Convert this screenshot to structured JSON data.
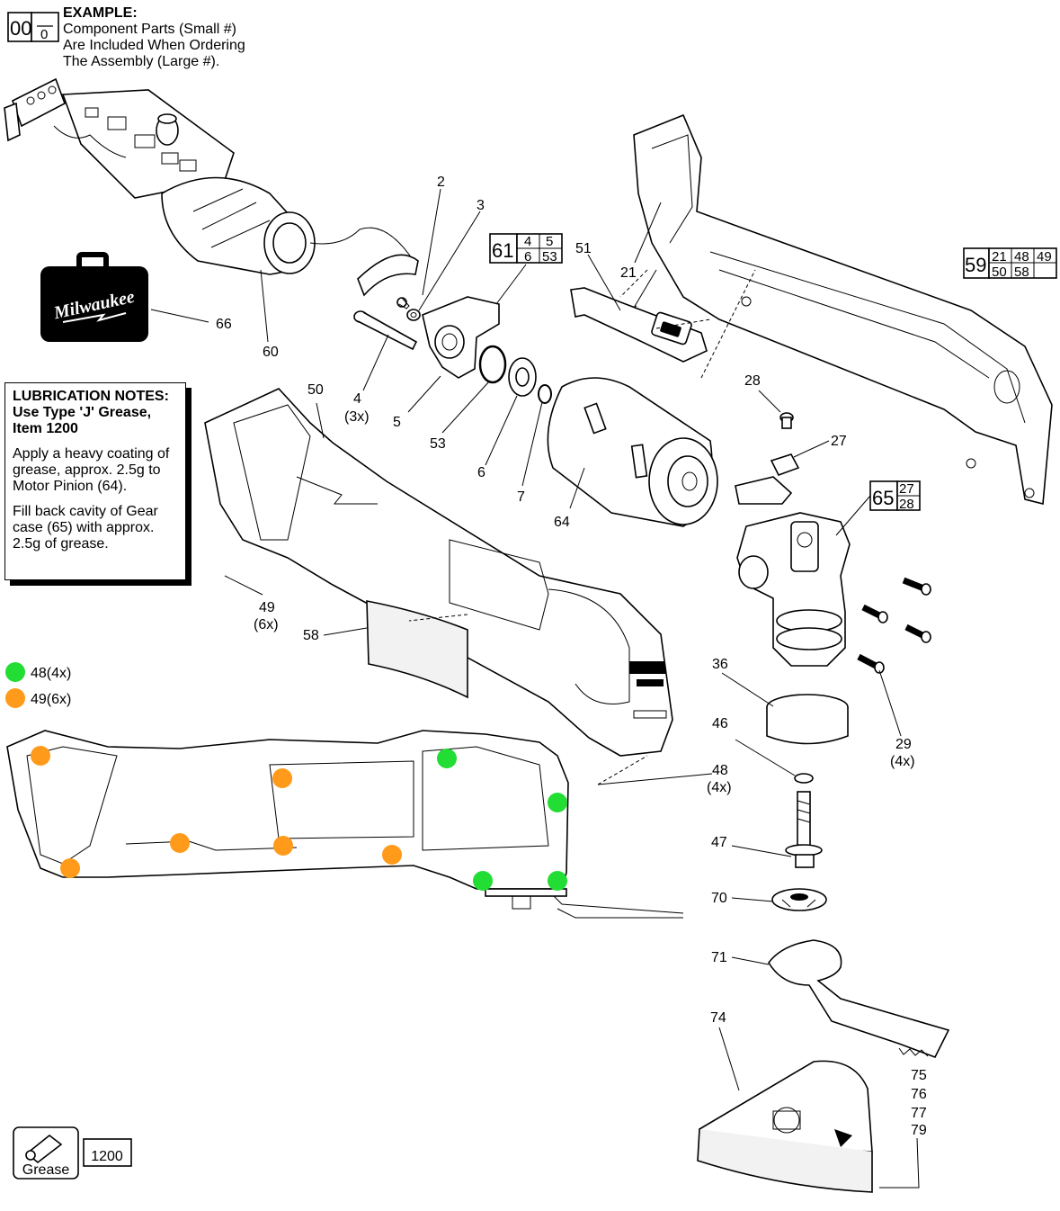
{
  "example": {
    "box_large": "00",
    "box_small": "0",
    "heading": "EXAMPLE:",
    "lines": [
      "Component Parts (Small #)",
      "Are Included When Ordering",
      "The Assembly (Large #)."
    ]
  },
  "lubrication_notes": {
    "heading_lines": [
      "LUBRICATION NOTES:",
      "Use Type 'J' Grease,",
      "Item 1200"
    ],
    "paragraph_1": "Apply a heavy coating of grease, approx. 2.5g to Motor Pinion (64).",
    "paragraph_2": "Fill back cavity of Gear case (65) with approx. 2.5g of grease."
  },
  "legend": [
    {
      "label": "48(4x)",
      "color": "#22dd33"
    },
    {
      "label": "49(6x)",
      "color": "#ff9a1a"
    }
  ],
  "brand": "Milwaukee",
  "grease": {
    "label": "Grease",
    "item": "1200"
  },
  "assemblies": [
    {
      "id": "61",
      "components": [
        "4",
        "5",
        "6",
        "53"
      ]
    },
    {
      "id": "59",
      "components": [
        "21",
        "48",
        "49",
        "50",
        "58",
        ""
      ]
    },
    {
      "id": "65",
      "components": [
        "27",
        "28"
      ]
    }
  ],
  "callouts": [
    {
      "id": "2"
    },
    {
      "id": "3"
    },
    {
      "id": "51"
    },
    {
      "id": "21"
    },
    {
      "id": "66"
    },
    {
      "id": "60"
    },
    {
      "id": "50"
    },
    {
      "id": "4",
      "qty": "(3x)"
    },
    {
      "id": "5"
    },
    {
      "id": "53"
    },
    {
      "id": "6"
    },
    {
      "id": "7"
    },
    {
      "id": "64"
    },
    {
      "id": "28"
    },
    {
      "id": "27"
    },
    {
      "id": "49",
      "qty": "(6x)"
    },
    {
      "id": "58"
    },
    {
      "id": "36"
    },
    {
      "id": "46"
    },
    {
      "id": "48",
      "qty": "(4x)"
    },
    {
      "id": "29",
      "qty": "(4x)"
    },
    {
      "id": "47"
    },
    {
      "id": "70"
    },
    {
      "id": "71"
    },
    {
      "id": "74"
    },
    {
      "id": "75"
    },
    {
      "id": "76"
    },
    {
      "id": "77"
    },
    {
      "id": "79"
    }
  ]
}
